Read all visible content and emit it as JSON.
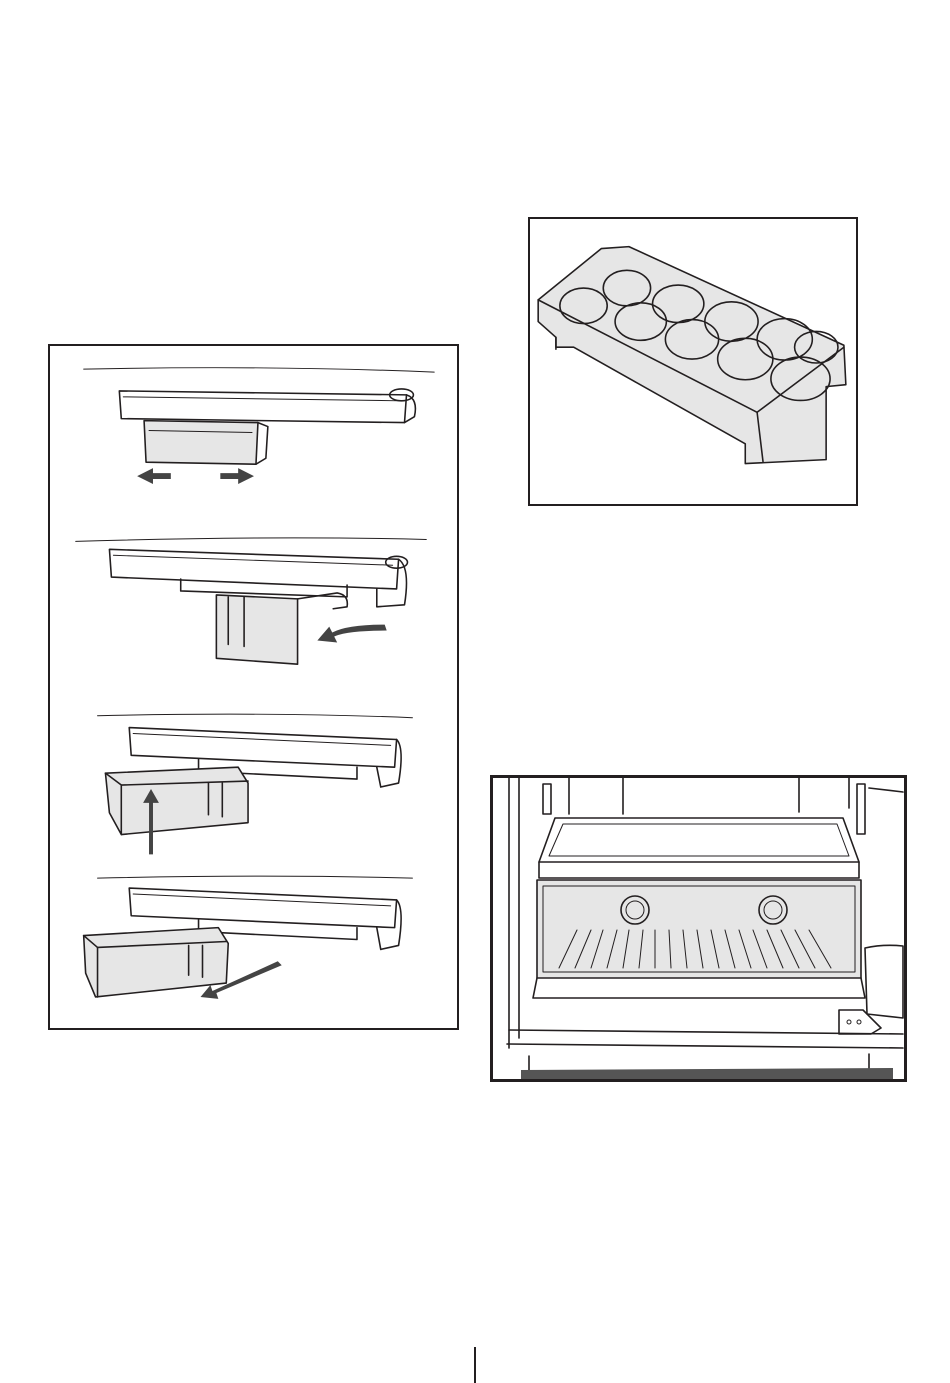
{
  "figures": [
    {
      "id": "dairy-shelf-steps",
      "steps": 4
    },
    {
      "id": "egg-tray",
      "cups": 10
    },
    {
      "id": "freezer-interior-drawer"
    }
  ]
}
